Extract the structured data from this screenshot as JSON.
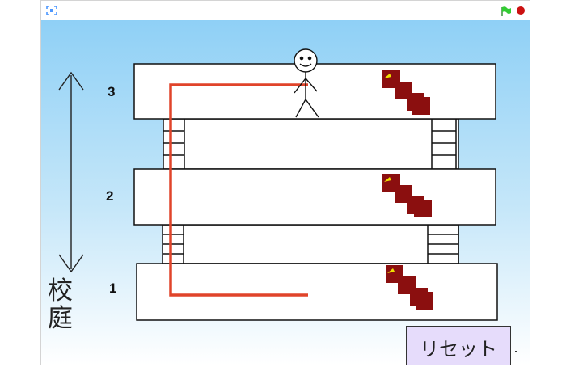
{
  "window": {
    "fullscreen_icon": "fullscreen-icon",
    "green_flag_icon": "green-flag-icon",
    "stop_icon": "stop-icon",
    "flag_color": "#33cc33",
    "stop_color": "#cc1111"
  },
  "stage": {
    "floors": [
      {
        "label": "1"
      },
      {
        "label": "2"
      },
      {
        "label": "3"
      }
    ],
    "schoolyard_chars": [
      "校",
      "庭"
    ],
    "reset_label": "リセット",
    "route_color": "#e0442a",
    "stair_color": "#8b0f0f",
    "stair_flag_color": "#f0e000",
    "sky_top": "#8fd0f6",
    "sky_bottom": "#ffffff"
  }
}
